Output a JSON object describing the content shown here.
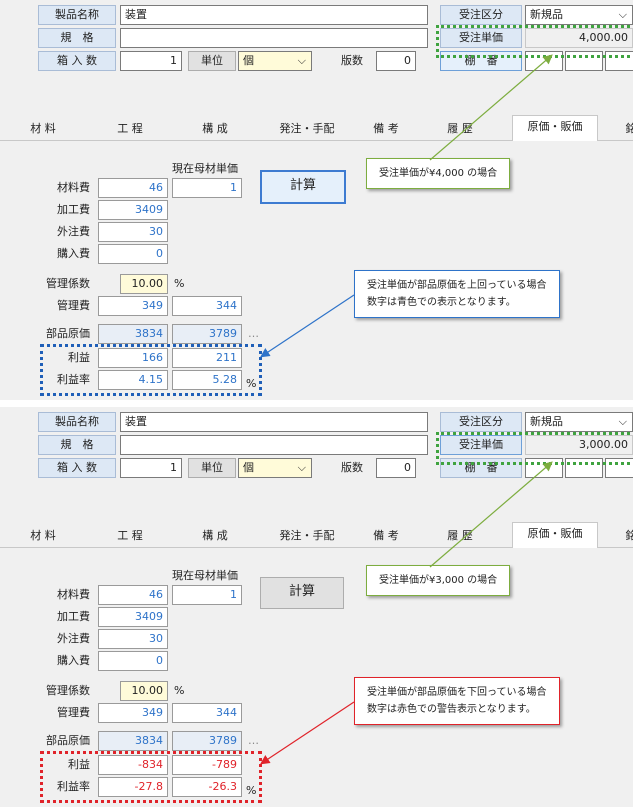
{
  "header": {
    "product_name_label": "製品名称",
    "product_name_value": "装置",
    "spec_label": "規　格",
    "spec_value": "",
    "box_qty_label": "箱 入 数",
    "box_qty_value": "1",
    "unit_label": "単位",
    "unit_value": "個",
    "edition_label": "版数",
    "edition_value": "0",
    "order_type_label": "受注区分",
    "order_type_value": "新規品",
    "order_price_label": "受注単価",
    "shelf_label": "棚　番"
  },
  "tabs": [
    "材 料",
    "工 程",
    "構 成",
    "発注・手配",
    "備 考",
    "履 歴",
    "原価・販価",
    "銘"
  ],
  "active_tab": "原価・販価",
  "cost": {
    "col_header": "現在母材単価",
    "calc_button": "計算",
    "material_label": "材料費",
    "material_value": "46",
    "material_base": "1",
    "processing_label": "加工費",
    "processing_value": "3409",
    "outsource_label": "外注費",
    "outsource_value": "30",
    "purchase_label": "購入費",
    "purchase_value": "0",
    "mgmt_rate_label": "管理係数",
    "mgmt_rate_value": "10.00",
    "percent": "%",
    "mgmt_cost_label": "管理費",
    "mgmt_cost_value": "349",
    "mgmt_cost_value2": "344",
    "part_cost_label": "部品原価",
    "part_cost_value": "3834",
    "part_cost_value2": "3789",
    "ellipsis": "…",
    "profit_label": "利益",
    "profit_rate_label": "利益率"
  },
  "examples": [
    {
      "order_price_value": "4,000.00",
      "profit": "166",
      "profit2": "211",
      "profit_rate": "4.15",
      "profit_rate2": "5.28",
      "callout_price": "受注単価が¥4,000 の場合",
      "callout_note_line1": "受注単価が部品原価を上回っている場合",
      "callout_note_line2": "数字は青色での表示となります。",
      "value_color": "#2e73c9"
    },
    {
      "order_price_value": "3,000.00",
      "profit": "-834",
      "profit2": "-789",
      "profit_rate": "-27.8",
      "profit_rate2": "-26.3",
      "callout_price": "受注単価が¥3,000 の場合",
      "callout_note_line1": "受注単価が部品原価を下回っている場合",
      "callout_note_line2": "数字は赤色での警告表示となります。",
      "value_color": "#e0232a"
    }
  ],
  "colors": {
    "green_highlight": "#3fa33f",
    "blue_highlight": "#1f5fb8",
    "red_highlight": "#e0232a"
  }
}
